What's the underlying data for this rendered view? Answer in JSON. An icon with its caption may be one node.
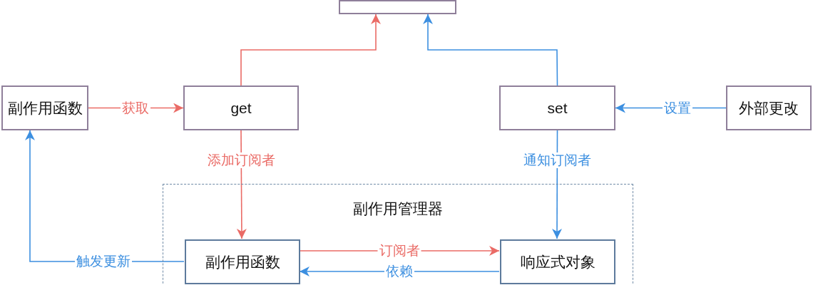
{
  "diagram": {
    "nodes": [
      {
        "text": [],
        "shape": "box"
      },
      {
        "text": [
          "副作用函数"
        ]
      },
      {
        "text": [
          "get"
        ]
      },
      {
        "text": [
          "set"
        ]
      },
      {
        "text": [
          "外部更改"
        ]
      },
      {
        "text": [
          "副作用管理器"
        ]
      },
      {
        "text": [
          "副作用函数"
        ],
        "in": 5
      },
      {
        "text": [
          "响应式对象"
        ],
        "in": 5
      }
    ],
    "edges": [
      {
        "from": 1,
        "to": 2,
        "arrow": "to",
        "label": "获取",
        "color": "#ea6b66"
      },
      {
        "from": 2,
        "to": 0,
        "arrow": "to",
        "color": "#ea6b66"
      },
      {
        "from": 3,
        "to": 0,
        "arrow": "to",
        "color": "#3c8fe0"
      },
      {
        "from": 4,
        "to": 3,
        "arrow": "to",
        "label": "设置",
        "color": "#3c8fe0"
      },
      {
        "from": 2,
        "to": 6,
        "arrow": "to",
        "label": "添加订阅者",
        "color": "#ea6b66"
      },
      {
        "from": 3,
        "to": 7,
        "arrow": "to",
        "label": "通知订阅者",
        "color": "#3c8fe0"
      },
      {
        "from": 6,
        "to": 7,
        "arrow": "to",
        "label": "订阅者",
        "color": "#ea6b66"
      },
      {
        "from": 7,
        "to": 6,
        "arrow": "to",
        "label": "依赖",
        "color": "#3c8fe0"
      },
      {
        "from": 6,
        "to": 1,
        "arrow": "to",
        "label": "触发更新",
        "color": "#3c8fe0"
      }
    ]
  }
}
